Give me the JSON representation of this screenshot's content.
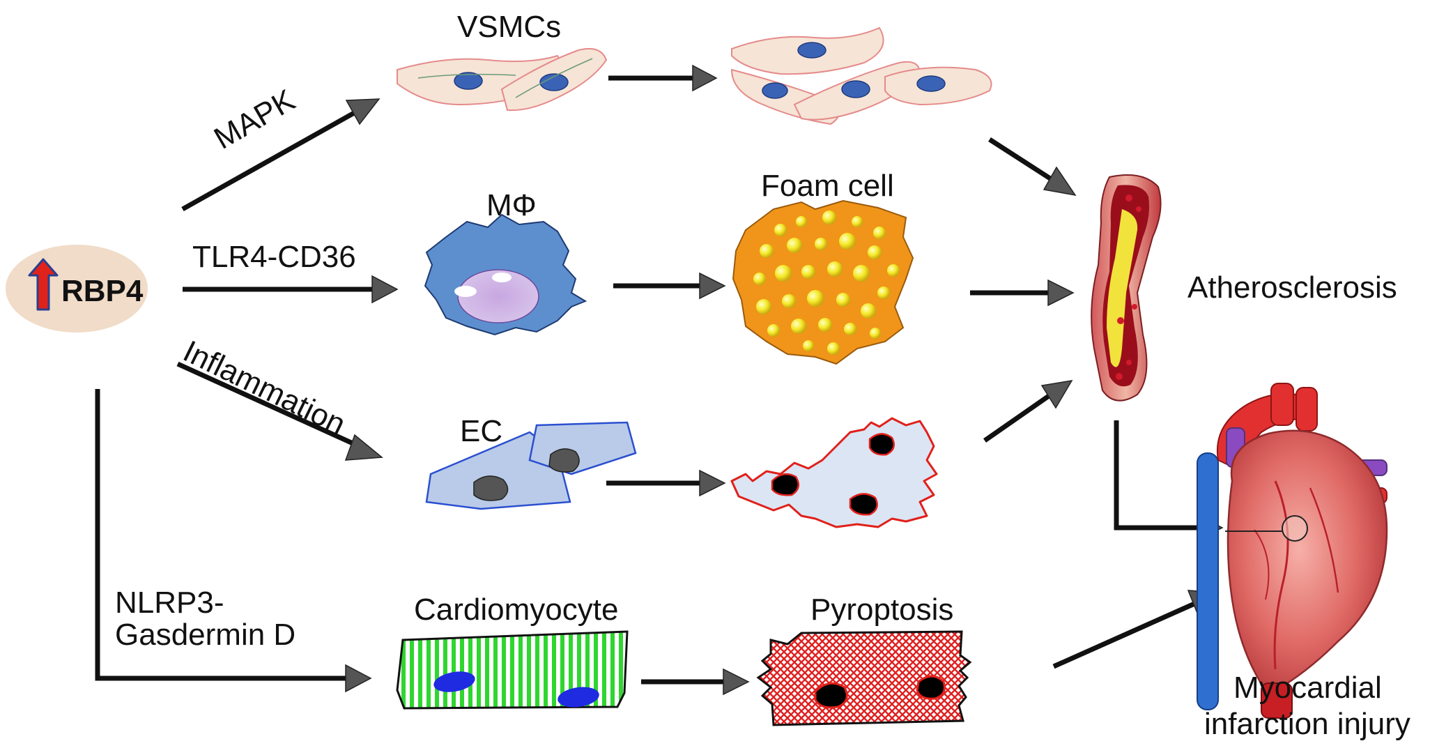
{
  "source": {
    "marker": "RBP4",
    "up_arrow_color": "#e1221a",
    "up_arrow_outline": "#2a3f8f",
    "ellipse_color": "#f0dcc8"
  },
  "pathways": {
    "mapk": "MAPK",
    "tlr4": "TLR4-CD36",
    "inflammation": "Inflammation",
    "nlrp3_line1": "NLRP3-",
    "nlrp3_line2": "Gasdermin D"
  },
  "cells": {
    "vsmc": "VSMCs",
    "macrophage": "MΦ",
    "foam": "Foam cell",
    "ec": "EC",
    "cardiomyocyte": "Cardiomyocyte",
    "pyroptosis": "Pyroptosis"
  },
  "outcomes": {
    "atherosclerosis": "Atherosclerosis",
    "mi_line1": "Myocardial",
    "mi_line2": "infarction injury"
  },
  "colors": {
    "arrow": "#111111",
    "arrow_head": "#555555",
    "vsmc_fill": "#f6e4d6",
    "vsmc_nucleus": "#3b63b5",
    "macrophage": "#5d8fcf",
    "foam": "#f0951a",
    "foam_droplet": "#f5ea2a",
    "ec_fill": "#b9cbe9",
    "ec_outline": "#2a4fd0",
    "ec_damaged_outline": "#e0201a",
    "cardiomyocyte_stripe": "#2fd62f",
    "cardiomyocyte_nucleus": "#1f2be0",
    "pyroptosis": "#e02020",
    "vessel": "#c0343a",
    "plaque": "#f2e23c",
    "heart": "#e86a6a",
    "aorta": "#e23030",
    "vena_cava": "#2f6fd0"
  }
}
